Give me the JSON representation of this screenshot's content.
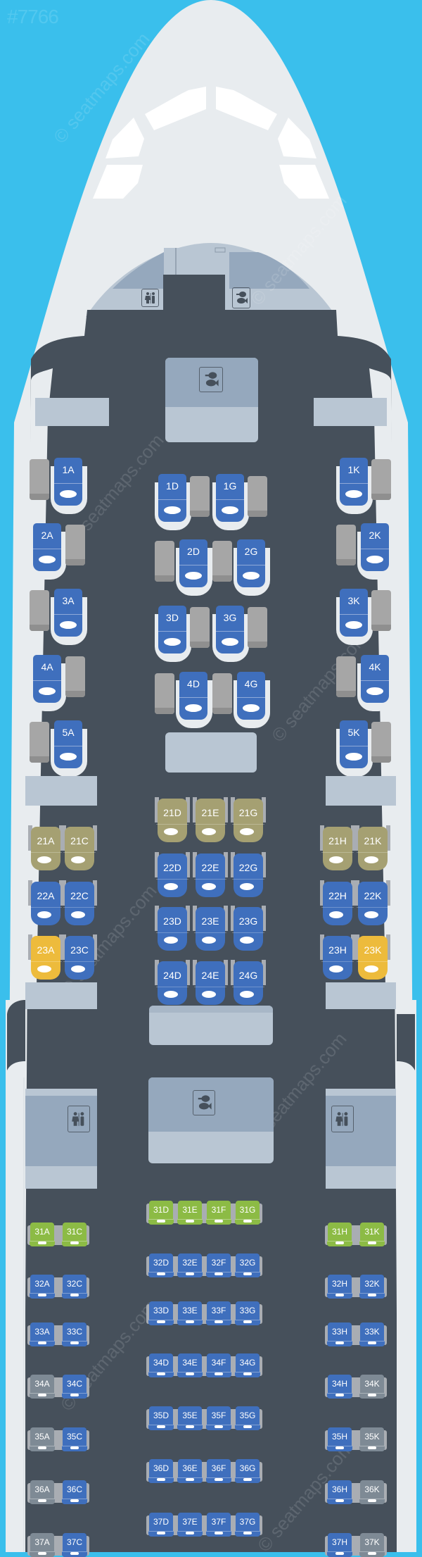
{
  "map_id": "#7766",
  "watermark": "© seatmaps.com",
  "colors": {
    "sky": "#3abfec",
    "skin": "#e8ecef",
    "cabin": "#46505b",
    "business_seat": "#3f6fbd",
    "premium_seat": "#a5a072",
    "standard_seat": "#3f6fbd",
    "exit_seat": "#edbb3c",
    "extra_legroom_seat": "#8cbb45",
    "restricted_seat": "#7e8a95"
  },
  "facilities": {
    "lavatory_icon": "lavatory-icon",
    "galley_icon": "galley-icon"
  },
  "business": {
    "rows": [
      {
        "row": "1",
        "A": "1A",
        "D": "1D",
        "G": "1G",
        "K": "1K"
      },
      {
        "row": "2",
        "A": "2A",
        "D": "2D",
        "G": "2G",
        "K": "2K"
      },
      {
        "row": "3",
        "A": "3A",
        "D": "3D",
        "G": "3G",
        "K": "3K"
      },
      {
        "row": "4",
        "A": "4A",
        "D": "4D",
        "G": "4G",
        "K": "4K"
      },
      {
        "row": "5",
        "A": "5A",
        "K": "5K"
      }
    ]
  },
  "premium": {
    "rows": [
      {
        "row": "21",
        "seats": [
          "21A",
          "21C",
          "21D",
          "21E",
          "21G",
          "21H",
          "21K"
        ],
        "type": "premium"
      },
      {
        "row": "22",
        "seats": [
          "22A",
          "22C",
          "22D",
          "22E",
          "22G",
          "22H",
          "22K"
        ],
        "type": "standard"
      },
      {
        "row": "23",
        "seats": [
          "23A",
          "23C",
          "23D",
          "23E",
          "23G",
          "23H",
          "23K"
        ],
        "exit_seats": [
          "23A",
          "23K"
        ]
      },
      {
        "row": "24",
        "seats": [
          "24D",
          "24E",
          "24G"
        ]
      }
    ]
  },
  "economy": {
    "rows": [
      {
        "row": "31",
        "seats": [
          "31A",
          "31C",
          "31D",
          "31E",
          "31F",
          "31G",
          "31H",
          "31K"
        ],
        "type": "extra_legroom"
      },
      {
        "row": "32",
        "seats": [
          "32A",
          "32C",
          "32D",
          "32E",
          "32F",
          "32G",
          "32H",
          "32K"
        ]
      },
      {
        "row": "33",
        "seats": [
          "33A",
          "33C",
          "33D",
          "33E",
          "33F",
          "33G",
          "33H",
          "33K"
        ]
      },
      {
        "row": "34",
        "seats": [
          "34A",
          "34C",
          "34D",
          "34E",
          "34F",
          "34G",
          "34H",
          "34K"
        ],
        "restricted": [
          "34A",
          "34K"
        ]
      },
      {
        "row": "35",
        "seats": [
          "35A",
          "35C",
          "35D",
          "35E",
          "35F",
          "35G",
          "35H",
          "35K"
        ],
        "restricted": [
          "35A",
          "35K"
        ]
      },
      {
        "row": "36",
        "seats": [
          "36A",
          "36C",
          "36D",
          "36E",
          "36F",
          "36G",
          "36H",
          "36K"
        ],
        "restricted": [
          "36A",
          "36K"
        ]
      },
      {
        "row": "37",
        "seats": [
          "37A",
          "37C",
          "37D",
          "37E",
          "37F",
          "37G",
          "37H",
          "37K"
        ],
        "restricted": [
          "37A",
          "37K"
        ]
      }
    ]
  }
}
